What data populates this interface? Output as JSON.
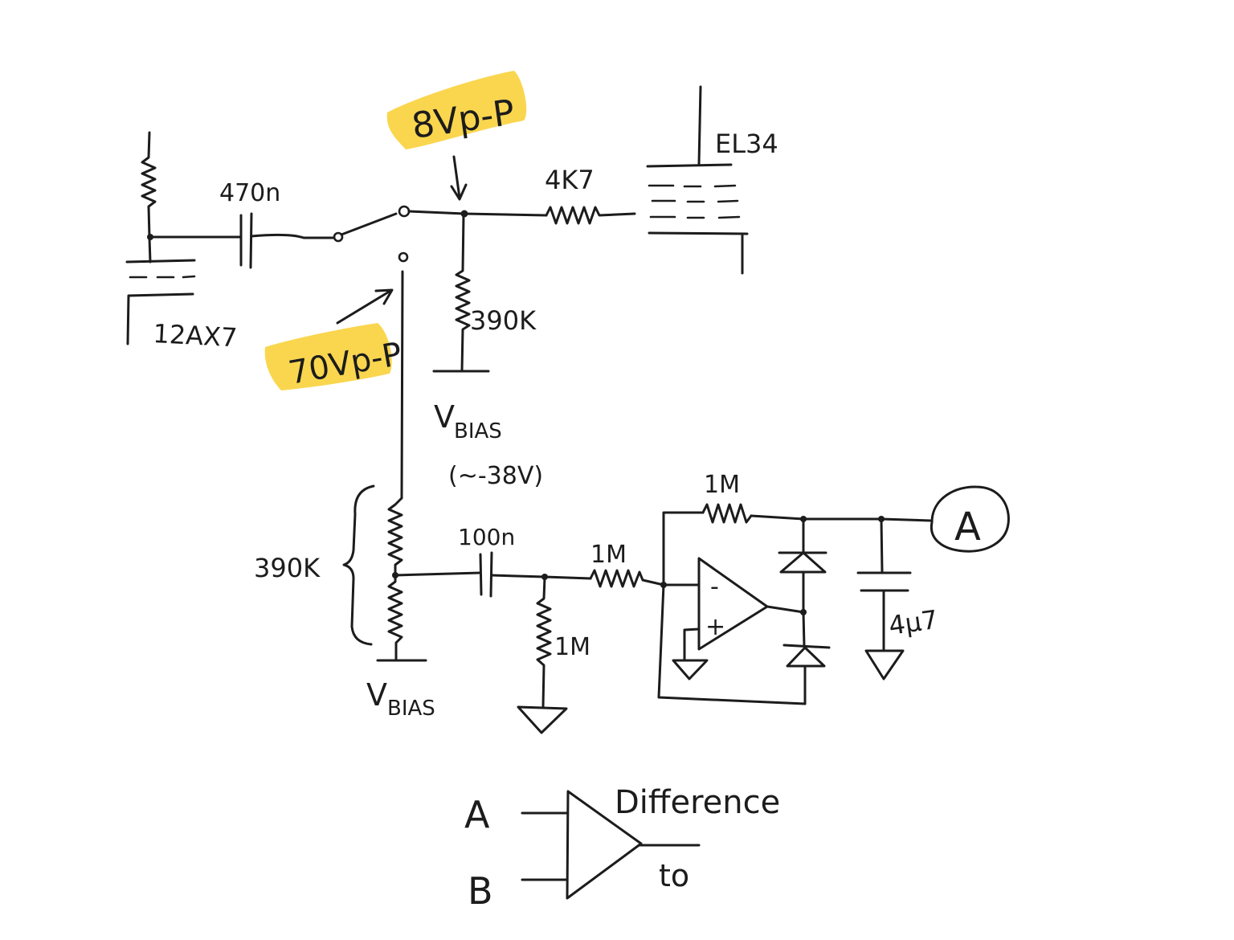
{
  "colors": {
    "ink": "#1c1c1c",
    "highlight": "#f9d23c",
    "background": "#ffffff"
  },
  "annotations": {
    "signal_level": "8Vp-P",
    "bias_swing": "70Vp-P"
  },
  "preamp": {
    "tube_label": "12AX7",
    "coupling_cap_label": "470n"
  },
  "output_stage": {
    "tube_label": "EL34",
    "grid_stopper_label": "4K7",
    "grid_leak_label": "390K",
    "bias": {
      "symbol": "V",
      "subscript": "BIAS",
      "value": "(~-38V)"
    }
  },
  "detector": {
    "divider_label": "390K",
    "coupling_cap_label": "100n",
    "input_resistor_label": "1M",
    "shunt_resistor_label": "1M",
    "feedback_resistor_label": "1M",
    "opamp": {
      "inverting": "-",
      "non_inverting": "+"
    },
    "filter_cap_label": "4µ7",
    "output_node_label": "A",
    "bias": {
      "symbol": "V",
      "subscript": "BIAS"
    }
  },
  "difference_amp": {
    "input_a": "A",
    "input_b": "B",
    "title": "Difference",
    "output_label": "to"
  }
}
